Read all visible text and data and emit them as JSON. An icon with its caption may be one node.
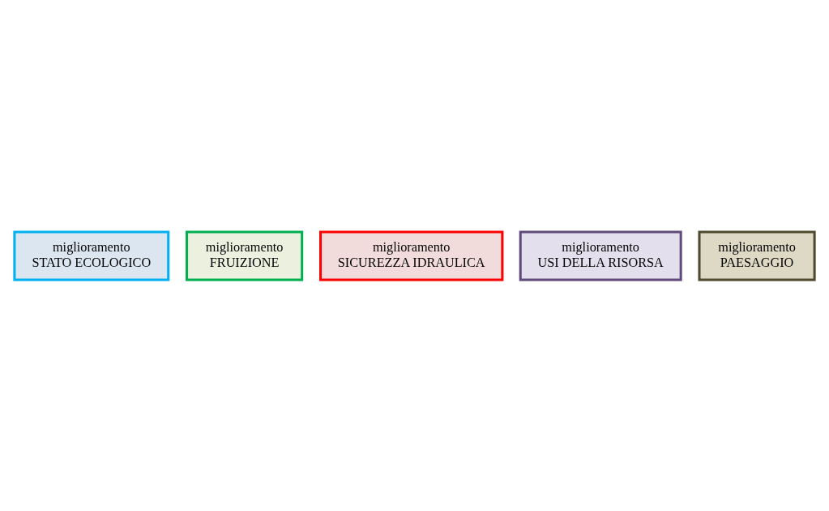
{
  "diagram": {
    "nodes": [
      {
        "text": [
          "miglioramento",
          "STATO ECOLOGICO"
        ]
      },
      {
        "text": [
          "miglioramento",
          "FRUIZIONE"
        ]
      },
      {
        "text": [
          "miglioramento",
          "SICUREZZA IDRAULICA"
        ]
      },
      {
        "text": [
          "miglioramento",
          "USI DELLA RISORSA"
        ]
      },
      {
        "text": [
          "miglioramento",
          "PAESAGGIO"
        ]
      }
    ],
    "edges": []
  }
}
